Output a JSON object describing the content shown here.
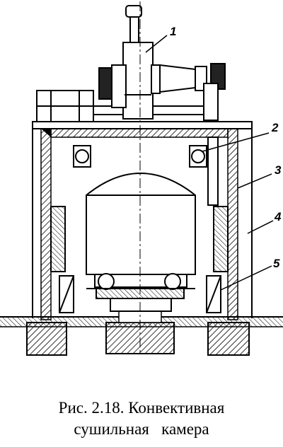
{
  "figure": {
    "labels": [
      "1",
      "2",
      "3",
      "4",
      "5"
    ]
  },
  "caption": {
    "line1": "Рис. 2.18. Конвективная",
    "line2": "сушильная   камера"
  }
}
